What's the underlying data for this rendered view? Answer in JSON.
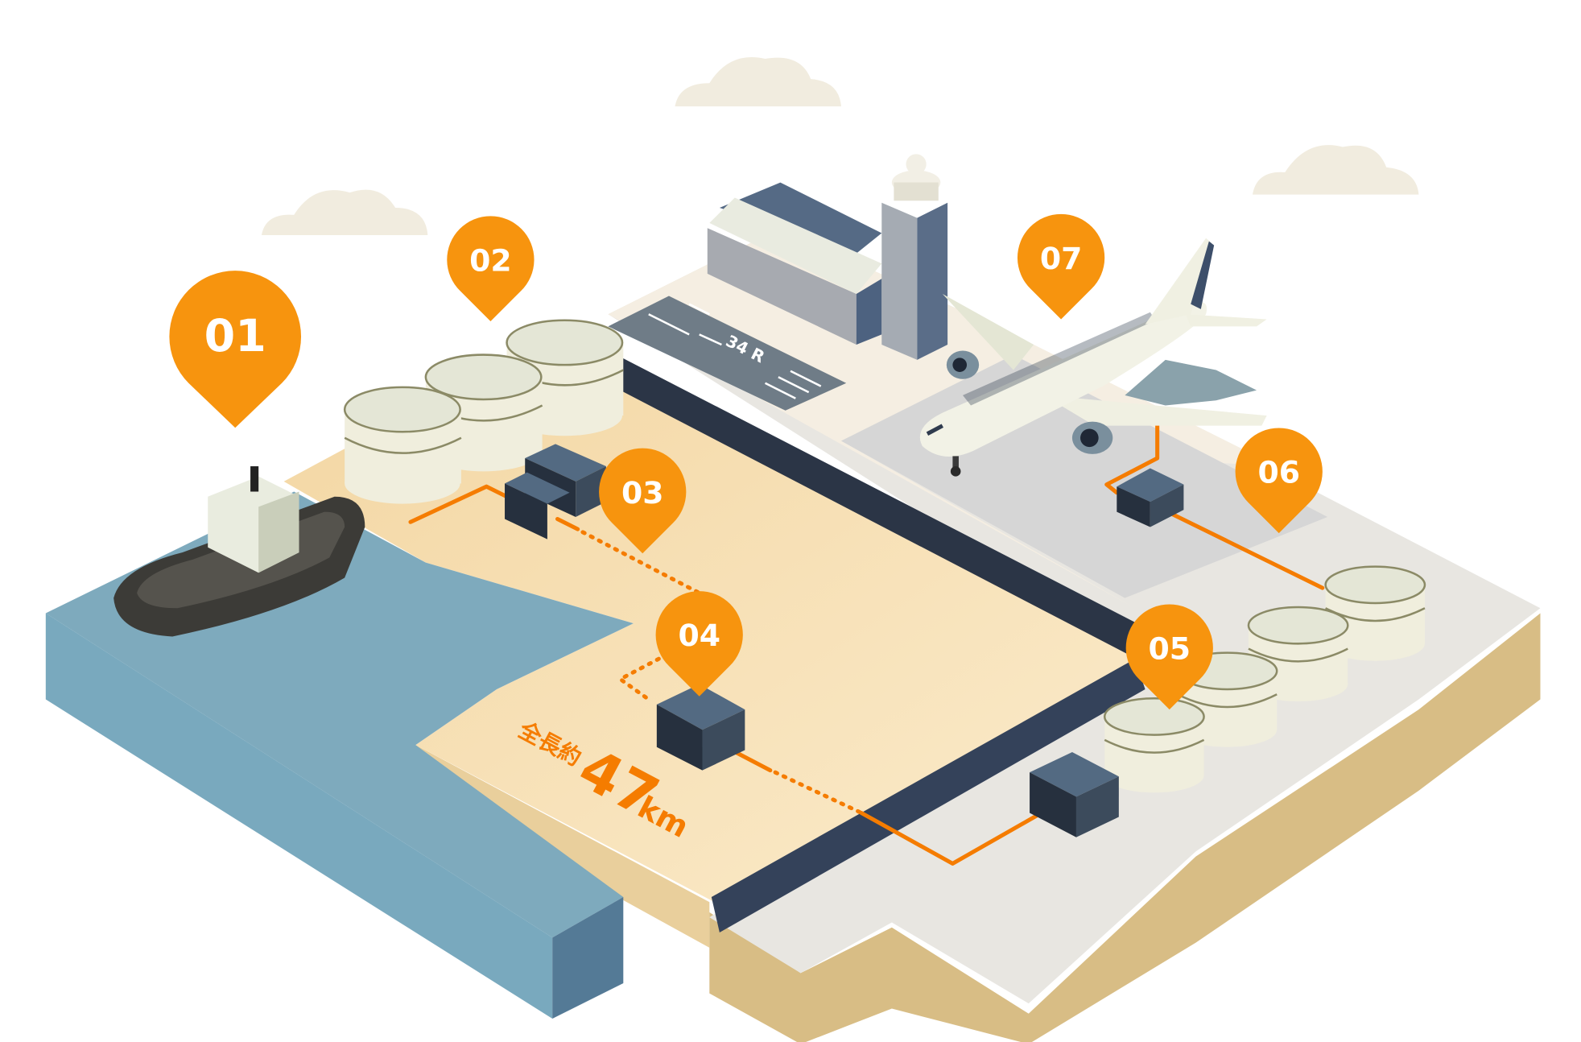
{
  "colors": {
    "pin": "#f7940e",
    "cable": "#f57c00",
    "water": "#7eaabd",
    "sand": "#f6dfb0",
    "concrete": "#e6e4df",
    "wall": "#2b3546"
  },
  "pins": [
    {
      "id": "01",
      "label": "01"
    },
    {
      "id": "02",
      "label": "02"
    },
    {
      "id": "03",
      "label": "03"
    },
    {
      "id": "04",
      "label": "04"
    },
    {
      "id": "05",
      "label": "05"
    },
    {
      "id": "06",
      "label": "06"
    },
    {
      "id": "07",
      "label": "07"
    }
  ],
  "runway": {
    "label": "34 R"
  },
  "length": {
    "prefix": "全長約",
    "value": "47",
    "unit": "km"
  }
}
